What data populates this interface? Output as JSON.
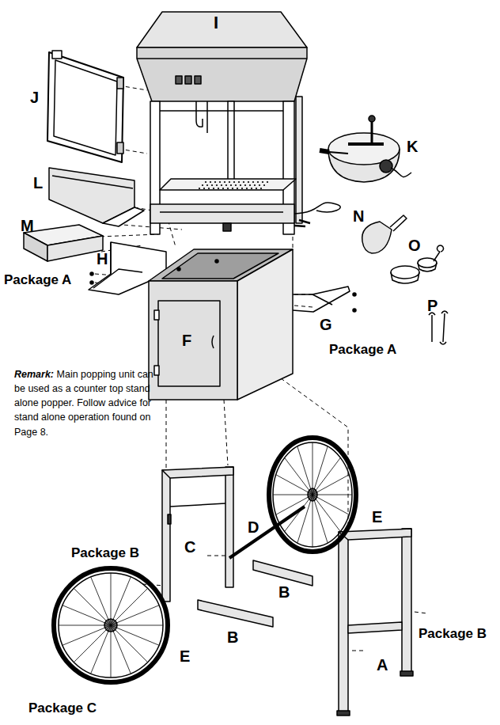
{
  "diagram": {
    "labels": [
      "I",
      "J",
      "K",
      "L",
      "N",
      "M",
      "O",
      "H",
      "Package A",
      "G",
      "P",
      "F",
      "Package A",
      "Remark:",
      "Main popping unit can be used as a counter top stand alone popper. Follow advice for stand alone operation found on Page 8.",
      "D",
      "E",
      "C",
      "Package B",
      "B",
      "B",
      "Package B",
      "E",
      "A",
      "Package C"
    ]
  }
}
